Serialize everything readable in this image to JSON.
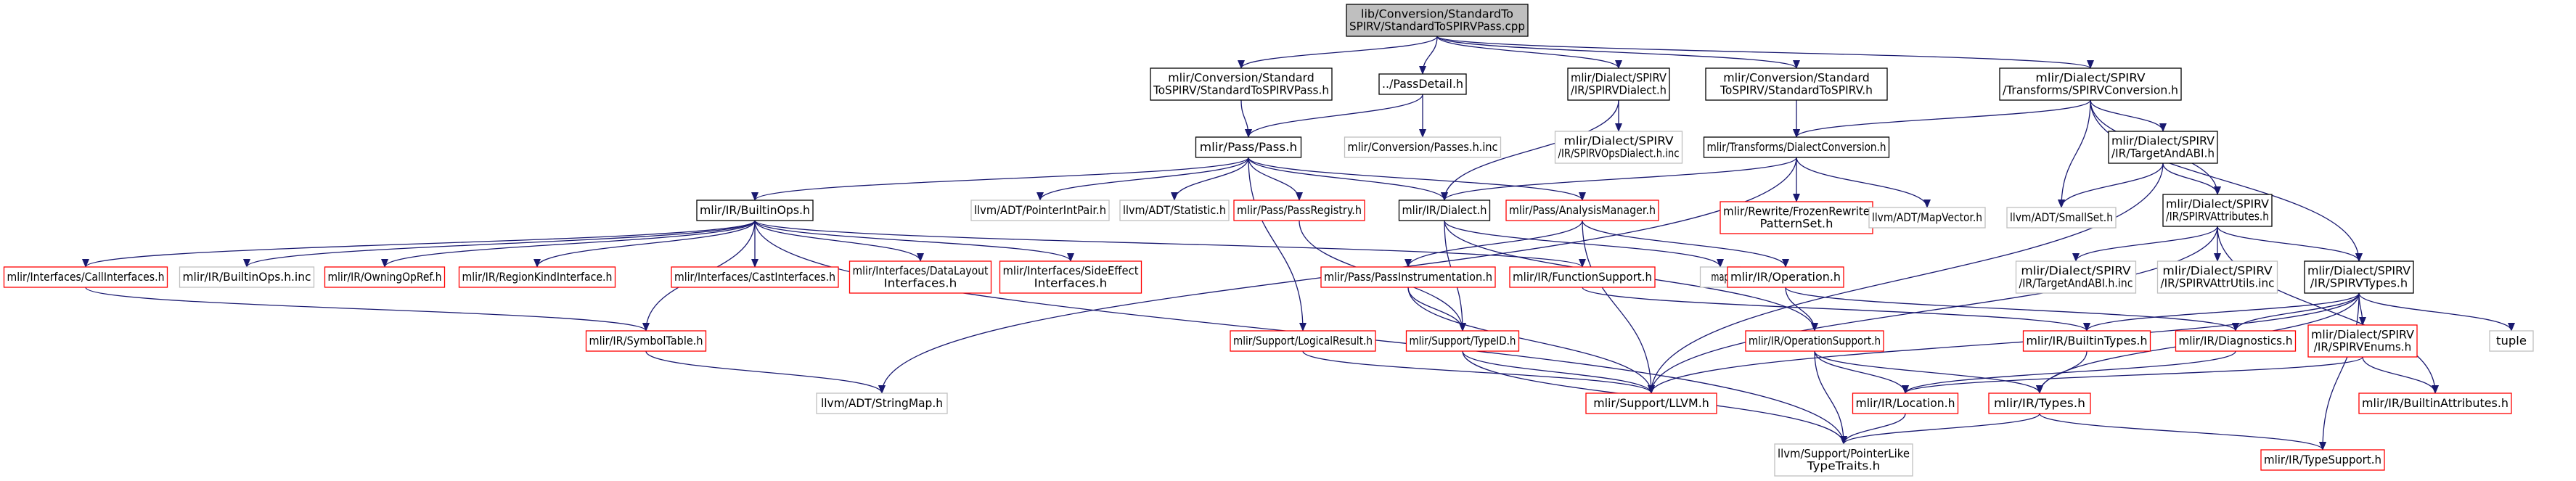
{
  "colors": {
    "root_fill": "#bfbfbf",
    "black_border": "#000000",
    "red_border": "#ff0000",
    "grey_border": "#bfbfbf",
    "edge": "#191970",
    "text": "#000000"
  },
  "nodes": {
    "root": {
      "lines": [
        "lib/Conversion/StandardTo",
        "SPIRV/StandardToSPIRVPass.cpp"
      ],
      "style": "root"
    },
    "std_pass_h": {
      "lines": [
        "mlir/Conversion/Standard",
        "ToSPIRV/StandardToSPIRVPass.h"
      ],
      "style": "black"
    },
    "pass_detail": {
      "lines": [
        "../PassDetail.h"
      ],
      "style": "black"
    },
    "spirv_dialect": {
      "lines": [
        "mlir/Dialect/SPIRV",
        "/IR/SPIRVDialect.h"
      ],
      "style": "black"
    },
    "std_spirv_h": {
      "lines": [
        "mlir/Conversion/Standard",
        "ToSPIRV/StandardToSPIRV.h"
      ],
      "style": "black"
    },
    "spirv_conv": {
      "lines": [
        "mlir/Dialect/SPIRV",
        "/Transforms/SPIRVConversion.h"
      ],
      "style": "black"
    },
    "pass_h": {
      "lines": [
        "mlir/Pass/Pass.h"
      ],
      "style": "black"
    },
    "conv_passes": {
      "lines": [
        "mlir/Conversion/Passes.h.inc"
      ],
      "style": "grey"
    },
    "spirv_ops_dialect": {
      "lines": [
        "mlir/Dialect/SPIRV",
        "/IR/SPIRVOpsDialect.h.inc"
      ],
      "style": "grey"
    },
    "dialect_conv": {
      "lines": [
        "mlir/Transforms/DialectConversion.h"
      ],
      "style": "black"
    },
    "target_abi": {
      "lines": [
        "mlir/Dialect/SPIRV",
        "/IR/TargetAndABI.h"
      ],
      "style": "black"
    },
    "builtin_ops": {
      "lines": [
        "mlir/IR/BuiltinOps.h"
      ],
      "style": "black"
    },
    "ptr_int_pair": {
      "lines": [
        "llvm/ADT/PointerIntPair.h"
      ],
      "style": "grey"
    },
    "statistic": {
      "lines": [
        "llvm/ADT/Statistic.h"
      ],
      "style": "grey"
    },
    "pass_registry": {
      "lines": [
        "mlir/Pass/PassRegistry.h"
      ],
      "style": "red"
    },
    "ir_dialect": {
      "lines": [
        "mlir/IR/Dialect.h"
      ],
      "style": "black"
    },
    "analysis_mgr": {
      "lines": [
        "mlir/Pass/AnalysisManager.h"
      ],
      "style": "red"
    },
    "frozen_patterns": {
      "lines": [
        "mlir/Rewrite/FrozenRewrite",
        "PatternSet.h"
      ],
      "style": "red"
    },
    "map_vector": {
      "lines": [
        "llvm/ADT/MapVector.h"
      ],
      "style": "grey"
    },
    "small_set": {
      "lines": [
        "llvm/ADT/SmallSet.h"
      ],
      "style": "grey"
    },
    "spirv_attrs": {
      "lines": [
        "mlir/Dialect/SPIRV",
        "/IR/SPIRVAttributes.h"
      ],
      "style": "black"
    },
    "call_ifaces": {
      "lines": [
        "mlir/Interfaces/CallInterfaces.h"
      ],
      "style": "red"
    },
    "builtin_ops_inc": {
      "lines": [
        "mlir/IR/BuiltinOps.h.inc"
      ],
      "style": "grey"
    },
    "owning_op_ref": {
      "lines": [
        "mlir/IR/OwningOpRef.h"
      ],
      "style": "red"
    },
    "region_kind": {
      "lines": [
        "mlir/IR/RegionKindInterface.h"
      ],
      "style": "red"
    },
    "cast_ifaces": {
      "lines": [
        "mlir/Interfaces/CastInterfaces.h"
      ],
      "style": "red"
    },
    "data_layout": {
      "lines": [
        "mlir/Interfaces/DataLayout",
        "Interfaces.h"
      ],
      "style": "red"
    },
    "side_effect": {
      "lines": [
        "mlir/Interfaces/SideEffect",
        "Interfaces.h"
      ],
      "style": "red"
    },
    "func_support": {
      "lines": [
        "mlir/IR/FunctionSupport.h"
      ],
      "style": "red"
    },
    "map": {
      "lines": [
        "map"
      ],
      "style": "grey"
    },
    "pass_instr": {
      "lines": [
        "mlir/Pass/PassInstrumentation.h"
      ],
      "style": "red"
    },
    "ir_operation": {
      "lines": [
        "mlir/IR/Operation.h"
      ],
      "style": "red"
    },
    "target_abi_inc": {
      "lines": [
        "mlir/Dialect/SPIRV",
        "/IR/TargetAndABI.h.inc"
      ],
      "style": "grey"
    },
    "spirv_attr_utils": {
      "lines": [
        "mlir/Dialect/SPIRV",
        "/IR/SPIRVAttrUtils.inc"
      ],
      "style": "grey"
    },
    "spirv_types": {
      "lines": [
        "mlir/Dialect/SPIRV",
        "/IR/SPIRVTypes.h"
      ],
      "style": "black"
    },
    "symbol_table": {
      "lines": [
        "mlir/IR/SymbolTable.h"
      ],
      "style": "red"
    },
    "logical_result": {
      "lines": [
        "mlir/Support/LogicalResult.h"
      ],
      "style": "red"
    },
    "type_id": {
      "lines": [
        "mlir/Support/TypeID.h"
      ],
      "style": "red"
    },
    "op_support": {
      "lines": [
        "mlir/IR/OperationSupport.h"
      ],
      "style": "red"
    },
    "builtin_types": {
      "lines": [
        "mlir/IR/BuiltinTypes.h"
      ],
      "style": "red"
    },
    "diagnostics": {
      "lines": [
        "mlir/IR/Diagnostics.h"
      ],
      "style": "red"
    },
    "spirv_enums": {
      "lines": [
        "mlir/Dialect/SPIRV",
        "/IR/SPIRVEnums.h"
      ],
      "style": "red"
    },
    "tuple": {
      "lines": [
        "tuple"
      ],
      "style": "grey"
    },
    "string_map": {
      "lines": [
        "llvm/ADT/StringMap.h"
      ],
      "style": "grey"
    },
    "support_llvm": {
      "lines": [
        "mlir/Support/LLVM.h"
      ],
      "style": "red"
    },
    "ir_location": {
      "lines": [
        "mlir/IR/Location.h"
      ],
      "style": "red"
    },
    "ir_types": {
      "lines": [
        "mlir/IR/Types.h"
      ],
      "style": "red"
    },
    "builtin_attrs": {
      "lines": [
        "mlir/IR/BuiltinAttributes.h"
      ],
      "style": "red"
    },
    "ptr_like": {
      "lines": [
        "llvm/Support/PointerLike",
        "TypeTraits.h"
      ],
      "style": "grey"
    },
    "type_support": {
      "lines": [
        "mlir/IR/TypeSupport.h"
      ],
      "style": "red"
    }
  },
  "edges": [
    [
      "root",
      "std_pass_h"
    ],
    [
      "root",
      "pass_detail"
    ],
    [
      "root",
      "spirv_dialect"
    ],
    [
      "root",
      "std_spirv_h"
    ],
    [
      "root",
      "spirv_conv"
    ],
    [
      "std_pass_h",
      "pass_h"
    ],
    [
      "pass_detail",
      "pass_h"
    ],
    [
      "pass_detail",
      "conv_passes"
    ],
    [
      "spirv_dialect",
      "spirv_ops_dialect"
    ],
    [
      "spirv_dialect",
      "ir_dialect"
    ],
    [
      "std_spirv_h",
      "dialect_conv"
    ],
    [
      "spirv_conv",
      "dialect_conv"
    ],
    [
      "spirv_conv",
      "target_abi"
    ],
    [
      "spirv_conv",
      "small_set"
    ],
    [
      "spirv_conv",
      "spirv_attrs"
    ],
    [
      "spirv_conv",
      "spirv_types"
    ],
    [
      "pass_h",
      "builtin_ops"
    ],
    [
      "pass_h",
      "ptr_int_pair"
    ],
    [
      "pass_h",
      "statistic"
    ],
    [
      "pass_h",
      "pass_registry"
    ],
    [
      "pass_h",
      "ir_dialect"
    ],
    [
      "pass_h",
      "analysis_mgr"
    ],
    [
      "pass_h",
      "logical_result"
    ],
    [
      "dialect_conv",
      "frozen_patterns"
    ],
    [
      "dialect_conv",
      "map_vector"
    ],
    [
      "dialect_conv",
      "string_map"
    ],
    [
      "dialect_conv",
      "ir_dialect"
    ],
    [
      "target_abi",
      "small_set"
    ],
    [
      "target_abi",
      "spirv_attrs"
    ],
    [
      "target_abi",
      "support_llvm"
    ],
    [
      "spirv_attrs",
      "target_abi_inc"
    ],
    [
      "spirv_attrs",
      "spirv_attr_utils"
    ],
    [
      "spirv_attrs",
      "spirv_types"
    ],
    [
      "spirv_attrs",
      "support_llvm"
    ],
    [
      "spirv_attrs",
      "builtin_attrs"
    ],
    [
      "builtin_ops",
      "call_ifaces"
    ],
    [
      "builtin_ops",
      "builtin_ops_inc"
    ],
    [
      "builtin_ops",
      "owning_op_ref"
    ],
    [
      "builtin_ops",
      "region_kind"
    ],
    [
      "builtin_ops",
      "cast_ifaces"
    ],
    [
      "builtin_ops",
      "data_layout"
    ],
    [
      "builtin_ops",
      "side_effect"
    ],
    [
      "builtin_ops",
      "func_support"
    ],
    [
      "builtin_ops",
      "symbol_table"
    ],
    [
      "builtin_ops",
      "ptr_like"
    ],
    [
      "call_ifaces",
      "symbol_table"
    ],
    [
      "symbol_table",
      "string_map"
    ],
    [
      "pass_registry",
      "type_id"
    ],
    [
      "ir_dialect",
      "map"
    ],
    [
      "ir_dialect",
      "type_id"
    ],
    [
      "ir_dialect",
      "op_support"
    ],
    [
      "analysis_mgr",
      "pass_instr"
    ],
    [
      "analysis_mgr",
      "ir_operation"
    ],
    [
      "analysis_mgr",
      "support_llvm"
    ],
    [
      "pass_instr",
      "type_id"
    ],
    [
      "pass_instr",
      "support_llvm"
    ],
    [
      "ir_operation",
      "op_support"
    ],
    [
      "ir_operation",
      "diagnostics"
    ],
    [
      "func_support",
      "builtin_types"
    ],
    [
      "spirv_types",
      "builtin_types"
    ],
    [
      "spirv_types",
      "diagnostics"
    ],
    [
      "spirv_types",
      "spirv_enums"
    ],
    [
      "spirv_types",
      "tuple"
    ],
    [
      "spirv_types",
      "ir_types"
    ],
    [
      "spirv_types",
      "support_llvm"
    ],
    [
      "spirv_types",
      "type_support"
    ],
    [
      "logical_result",
      "support_llvm"
    ],
    [
      "type_id",
      "support_llvm"
    ],
    [
      "type_id",
      "ptr_like"
    ],
    [
      "op_support",
      "ir_location"
    ],
    [
      "op_support",
      "ir_types"
    ],
    [
      "op_support",
      "ptr_like"
    ],
    [
      "builtin_types",
      "ir_types"
    ],
    [
      "diagnostics",
      "ir_location"
    ],
    [
      "spirv_enums",
      "ir_location"
    ],
    [
      "spirv_enums",
      "builtin_attrs"
    ],
    [
      "ir_location",
      "ptr_like"
    ],
    [
      "ir_types",
      "ptr_like"
    ],
    [
      "ir_types",
      "type_support"
    ]
  ]
}
